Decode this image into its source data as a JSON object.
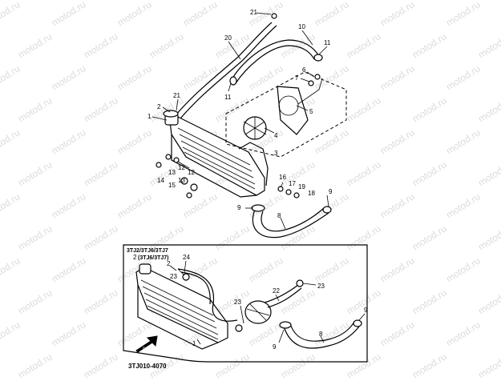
{
  "watermark": "motod.ru",
  "diagram_code": "3TJ010-4070",
  "inset_variant_label": "3TJ2/3TJ6/3TJ7",
  "inset_sub_label": "(3TJ6/3TJ7)",
  "fwd_label": "FWD",
  "callouts_main": [
    "21",
    "20",
    "10",
    "11",
    "7",
    "6",
    "2",
    "21",
    "11",
    "1",
    "5",
    "4",
    "3",
    "12",
    "13",
    "12",
    "14",
    "15",
    "13",
    "16",
    "17",
    "19",
    "18",
    "9",
    "9",
    "8"
  ],
  "callouts_inset": [
    "2",
    "24",
    "23",
    "22",
    "23",
    "23",
    "1",
    "9",
    "8",
    "9"
  ]
}
